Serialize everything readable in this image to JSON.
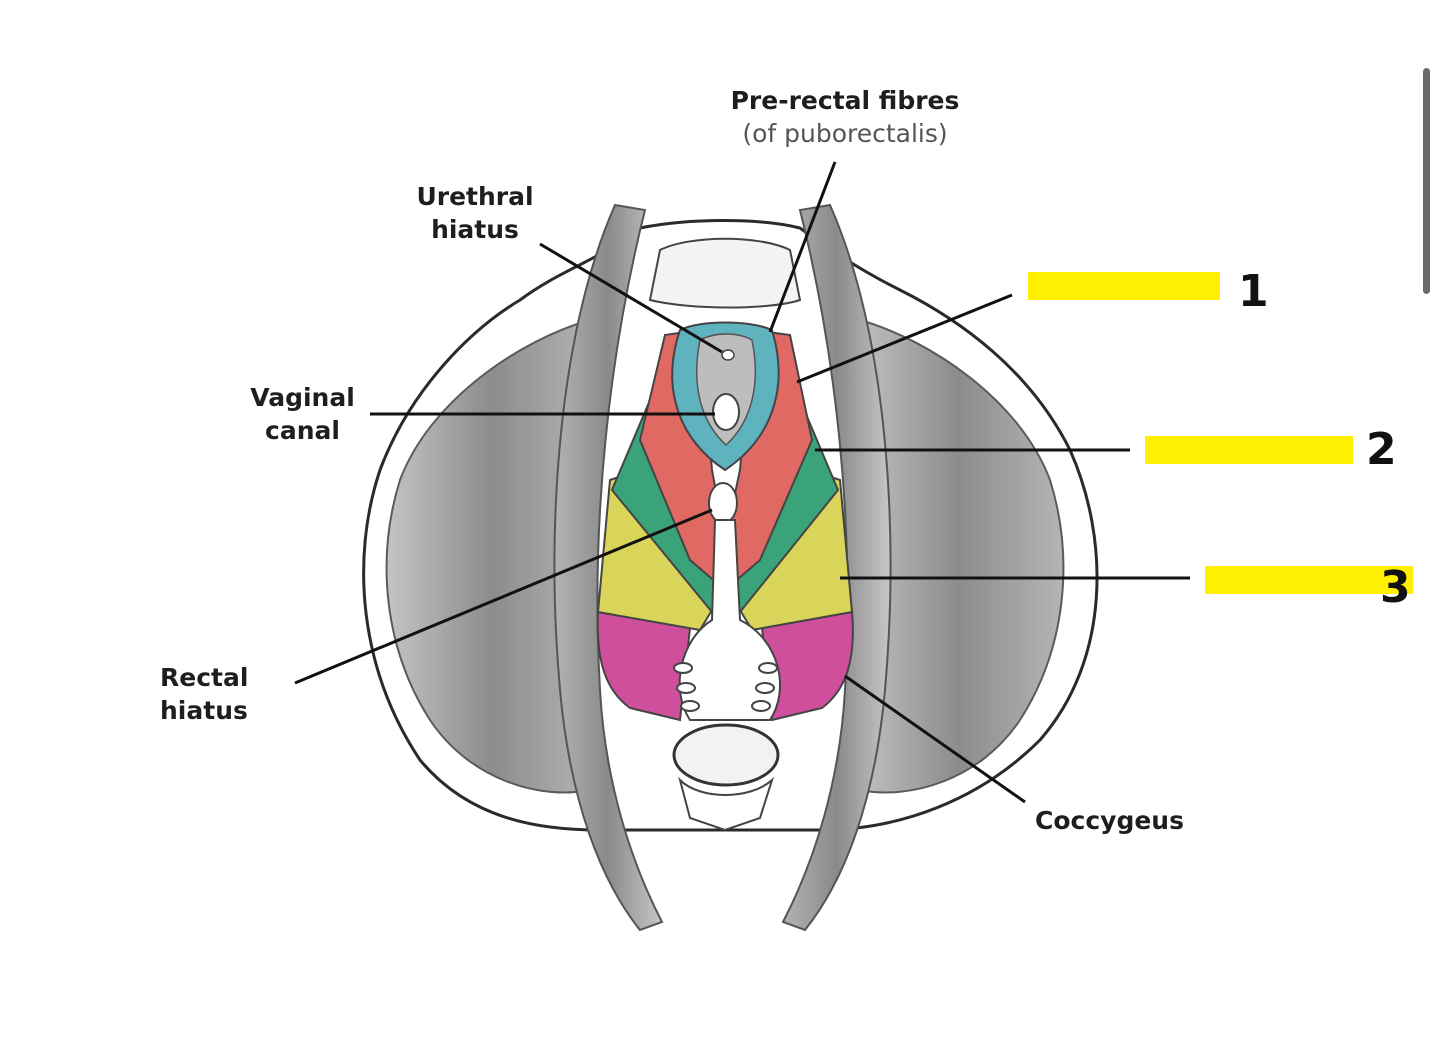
{
  "labels": {
    "pre_rectal_title": "Pre-rectal fibres",
    "pre_rectal_sub": "(of puborectalis)",
    "urethral_line1": "Urethral",
    "urethral_line2": "hiatus",
    "vaginal_line1": "Vaginal",
    "vaginal_line2": "canal",
    "rectal_line1": "Rectal",
    "rectal_line2": "hiatus",
    "coccygeus": "Coccygeus"
  },
  "hidden_labels": [
    {
      "number": "1"
    },
    {
      "number": "2"
    },
    {
      "number": "3"
    }
  ],
  "colors": {
    "highlighter": "#ffef00",
    "pre_rectal_fibres": "#5fb3bf",
    "muscle_red": "#e06a63",
    "muscle_green": "#3aa37a",
    "muscle_yellow": "#d9d45a",
    "coccygeus": "#cf4f9c",
    "gray_muscle": "#9a9a9a"
  }
}
